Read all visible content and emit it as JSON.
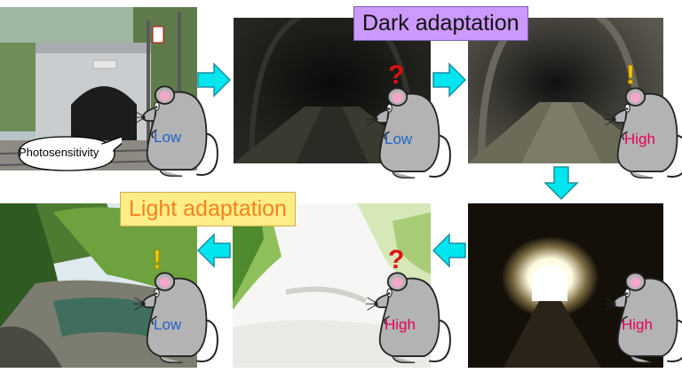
{
  "banners": {
    "dark_adaptation": "Dark adaptation",
    "light_adaptation": "Light adaptation"
  },
  "callout": {
    "label": "Photosensitivity"
  },
  "panels": [
    {
      "scene": "tunnel-entrance-daylight",
      "sensitivity": "Low",
      "mark": ""
    },
    {
      "scene": "dark-tunnel-interior",
      "sensitivity": "Low",
      "mark": "?"
    },
    {
      "scene": "lighter-tunnel-interior",
      "sensitivity": "High",
      "mark": "!"
    },
    {
      "scene": "tunnel-exit-bright",
      "sensitivity": "High",
      "mark": ""
    },
    {
      "scene": "overexposed-valley",
      "sensitivity": "High",
      "mark": "?"
    },
    {
      "scene": "green-river-valley",
      "sensitivity": "Low",
      "mark": "!"
    }
  ],
  "colors": {
    "arrow": "#00e5ee",
    "arrow_stroke": "#1a8fa0",
    "mouse_body": "#b3b3b3",
    "mouse_ear": "#f2a6c8",
    "low_text": "#1f64c8",
    "high_text": "#e6005c",
    "question_mark": "#e01010",
    "exclamation_mark": "#ffcc00",
    "dark_banner_bg": "#cc99ff",
    "light_banner_bg": "#ffee88",
    "light_banner_text": "#f5821f"
  }
}
